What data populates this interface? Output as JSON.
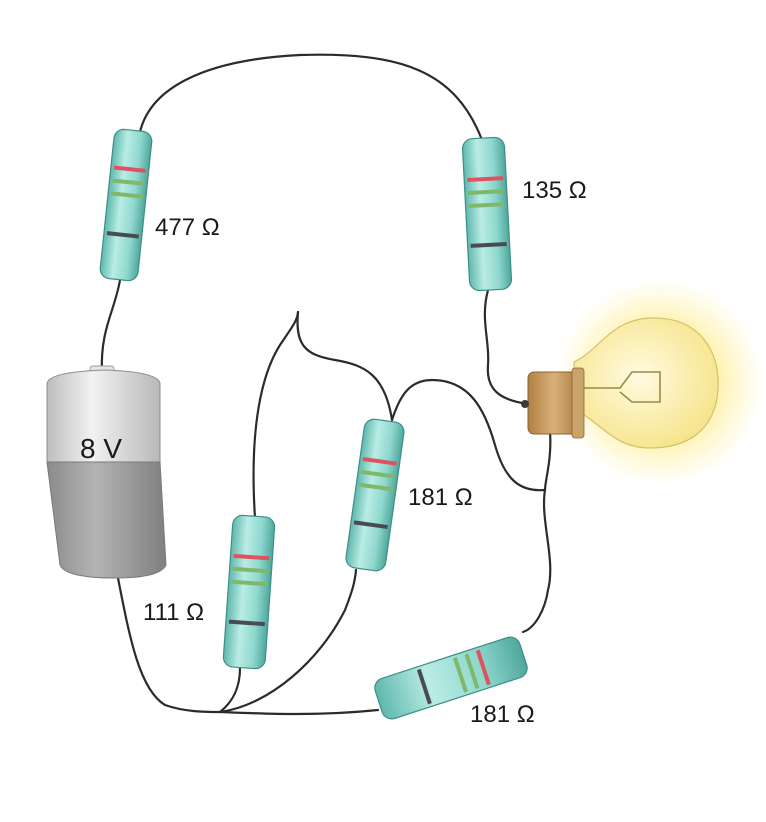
{
  "circuit": {
    "battery": {
      "voltage": "8 V"
    },
    "resistors": [
      {
        "id": "r-top-left",
        "label": "477 Ω"
      },
      {
        "id": "r-top-right",
        "label": "135 Ω"
      },
      {
        "id": "r-middle",
        "label": "181 Ω"
      },
      {
        "id": "r-lower-left",
        "label": "111 Ω"
      },
      {
        "id": "r-bottom",
        "label": "181 Ω"
      }
    ],
    "bulb": {
      "state": "lit"
    }
  },
  "colors": {
    "resistor_body": "#8fd8cf",
    "band_red": "#e0525f",
    "band_green": "#7fb86a",
    "band_dark": "#4a4a52",
    "wire": "#2b2b2b",
    "battery_top": "#d9d9d9",
    "battery_bottom": "#9a9a9a",
    "bulb_glow": "#fff3a0",
    "bulb_base": "#c99a5c"
  }
}
